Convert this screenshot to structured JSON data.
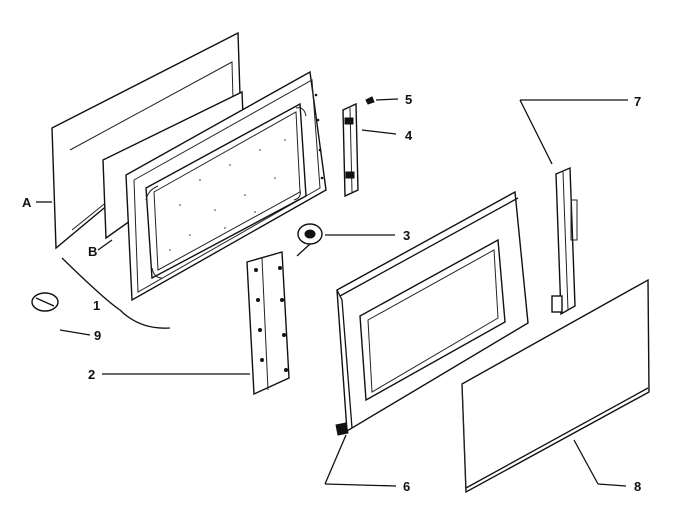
{
  "callouts": {
    "A": "A",
    "B": "B",
    "c1": "1",
    "c2": "2",
    "c3": "3",
    "c4": "4",
    "c5": "5",
    "c6": "6",
    "c7": "7",
    "c8": "8",
    "c9": "9"
  }
}
